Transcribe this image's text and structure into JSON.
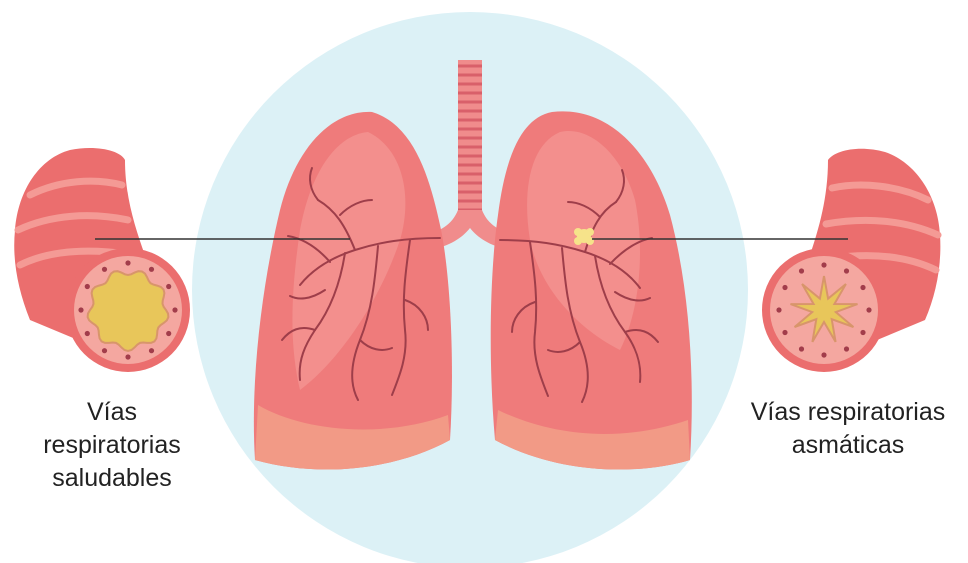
{
  "labels": {
    "healthy": {
      "lines": [
        "Vías",
        "respiratorias",
        "saludables"
      ]
    },
    "asthma": {
      "lines": [
        "Vías respiratorias",
        "asmáticas"
      ]
    }
  },
  "colors": {
    "background_circle": "#dcf1f6",
    "lung_main": "#ef7b7b",
    "lung_light": "#f5a19c",
    "lung_lower": "#f29a86",
    "vein": "#9e3e4a",
    "trachea": "#f08c8c",
    "trachea_ring": "#d9606a",
    "airway_outer": "#eb6e6e",
    "airway_stripe": "#f49a95",
    "airway_wall": "#f4a7a0",
    "airway_lumen": "#e8c65a",
    "airway_dot": "#a23d4b",
    "pointer_line": "#333333",
    "text": "#222222"
  },
  "icons": {
    "lungs": "lungs-illustration",
    "healthy_airway": "healthy-airway-icon",
    "asthma_airway": "asthma-airway-icon",
    "inflammation_spot": "inflammation-spot-icon"
  }
}
